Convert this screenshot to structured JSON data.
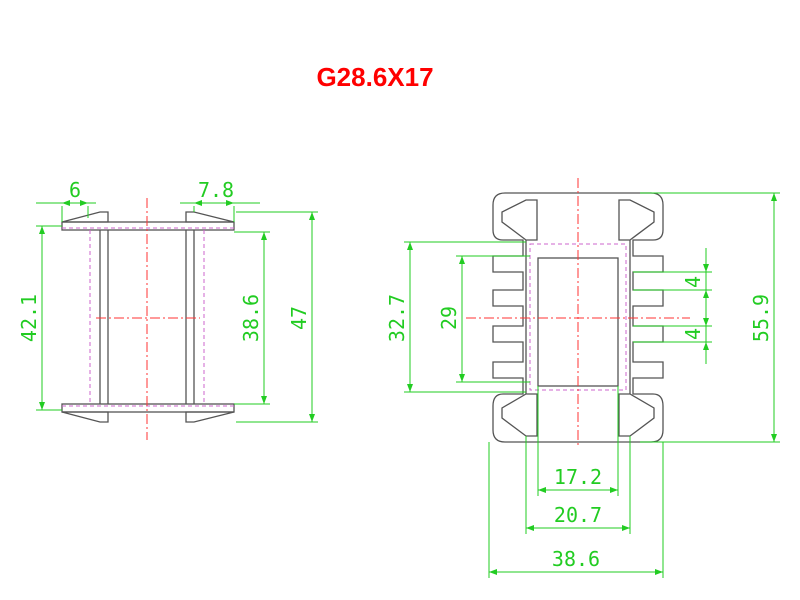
{
  "title": "G28.6X17",
  "colors": {
    "title": "#ff0000",
    "outline": "#555555",
    "dimension": "#22cc22",
    "centerline": "#ff3333",
    "hidden": "#cc66cc"
  },
  "side_view": {
    "dims": {
      "flange_width": "6",
      "flange_width_right": "7.8",
      "overall_span": "42.1",
      "inner_height": "38.6",
      "overall_height": "47"
    }
  },
  "front_view": {
    "dims": {
      "slot_pitch_top": "4",
      "slot_pitch_bottom": "4",
      "winding_height": "32.7",
      "core_window": "29",
      "overall_height": "55.9",
      "inner_width": "17.2",
      "core_width": "20.7",
      "overall_width": "38.6"
    }
  }
}
